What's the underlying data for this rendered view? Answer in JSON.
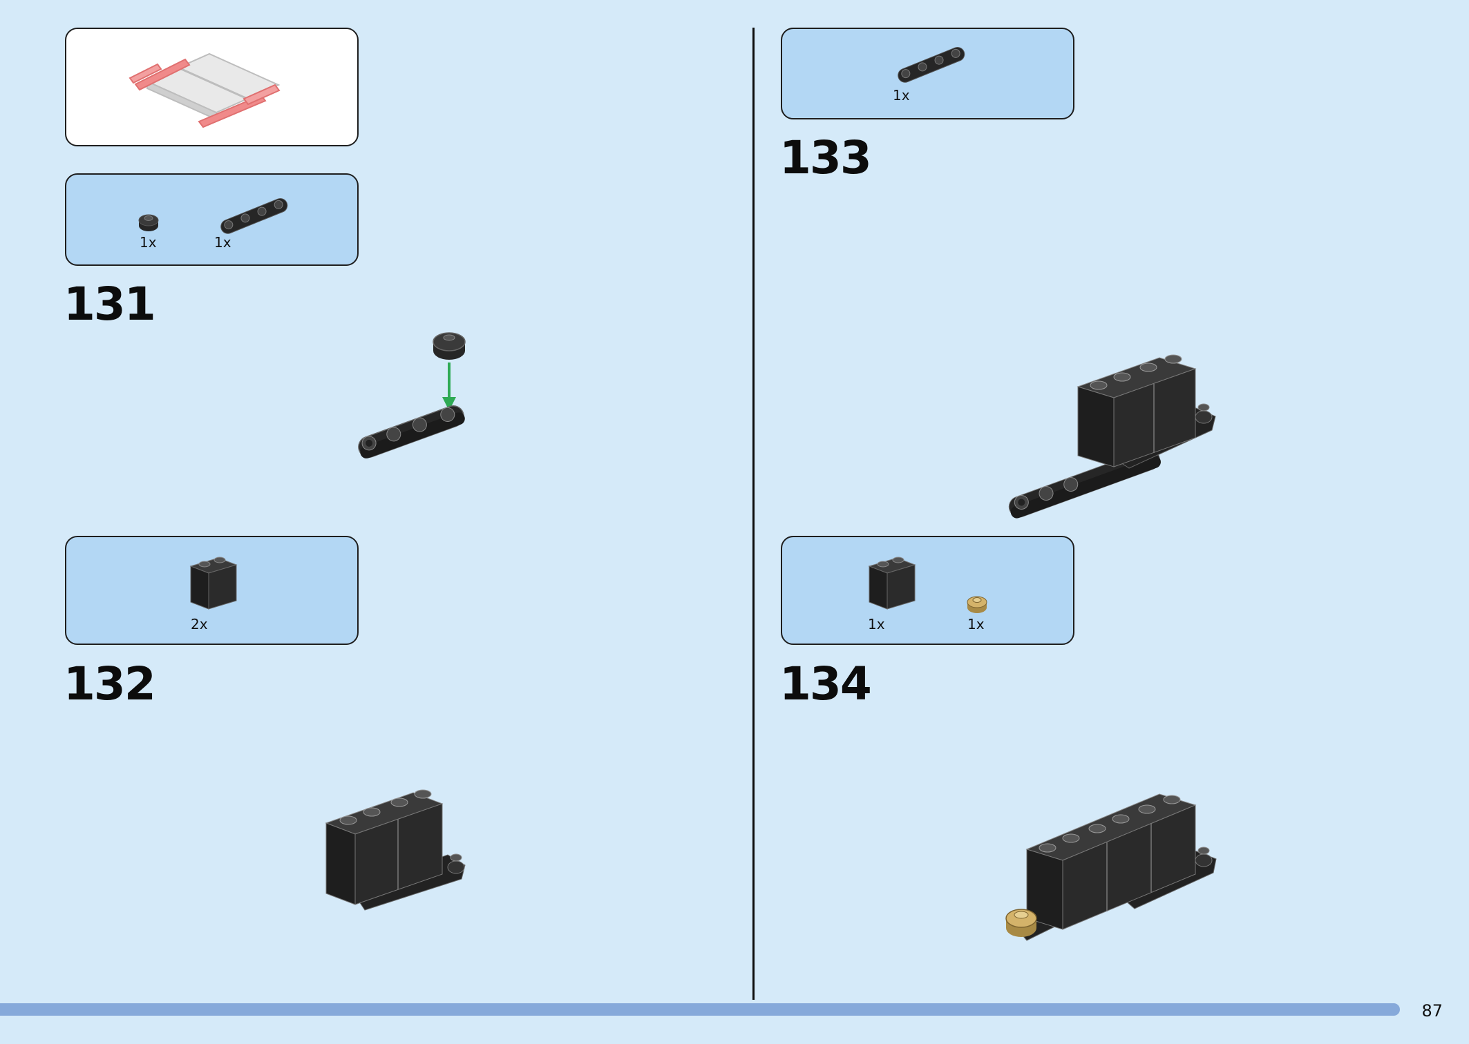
{
  "page_number": "87",
  "colors": {
    "background": "#d5eaf9",
    "parts_box": "#b3d7f4",
    "progress_bar": "#86a9da",
    "brick": "#262626",
    "arrow": "#2eaa55",
    "gold": "#d4b36a",
    "preview_red": "#f08a8a"
  },
  "steps": [
    {
      "number": "131",
      "parts": [
        {
          "name": "round-plate-1x1",
          "qty": "1x"
        },
        {
          "name": "plate-1x4-rounded",
          "qty": "1x"
        }
      ]
    },
    {
      "number": "132",
      "parts": [
        {
          "name": "brick-1x2x2",
          "qty": "2x"
        }
      ]
    },
    {
      "number": "133",
      "parts": [
        {
          "name": "plate-1x4-rounded",
          "qty": "1x"
        }
      ]
    },
    {
      "number": "134",
      "parts": [
        {
          "name": "brick-1x2x2",
          "qty": "1x"
        },
        {
          "name": "round-plate-1x1-gold",
          "qty": "1x"
        }
      ]
    }
  ]
}
